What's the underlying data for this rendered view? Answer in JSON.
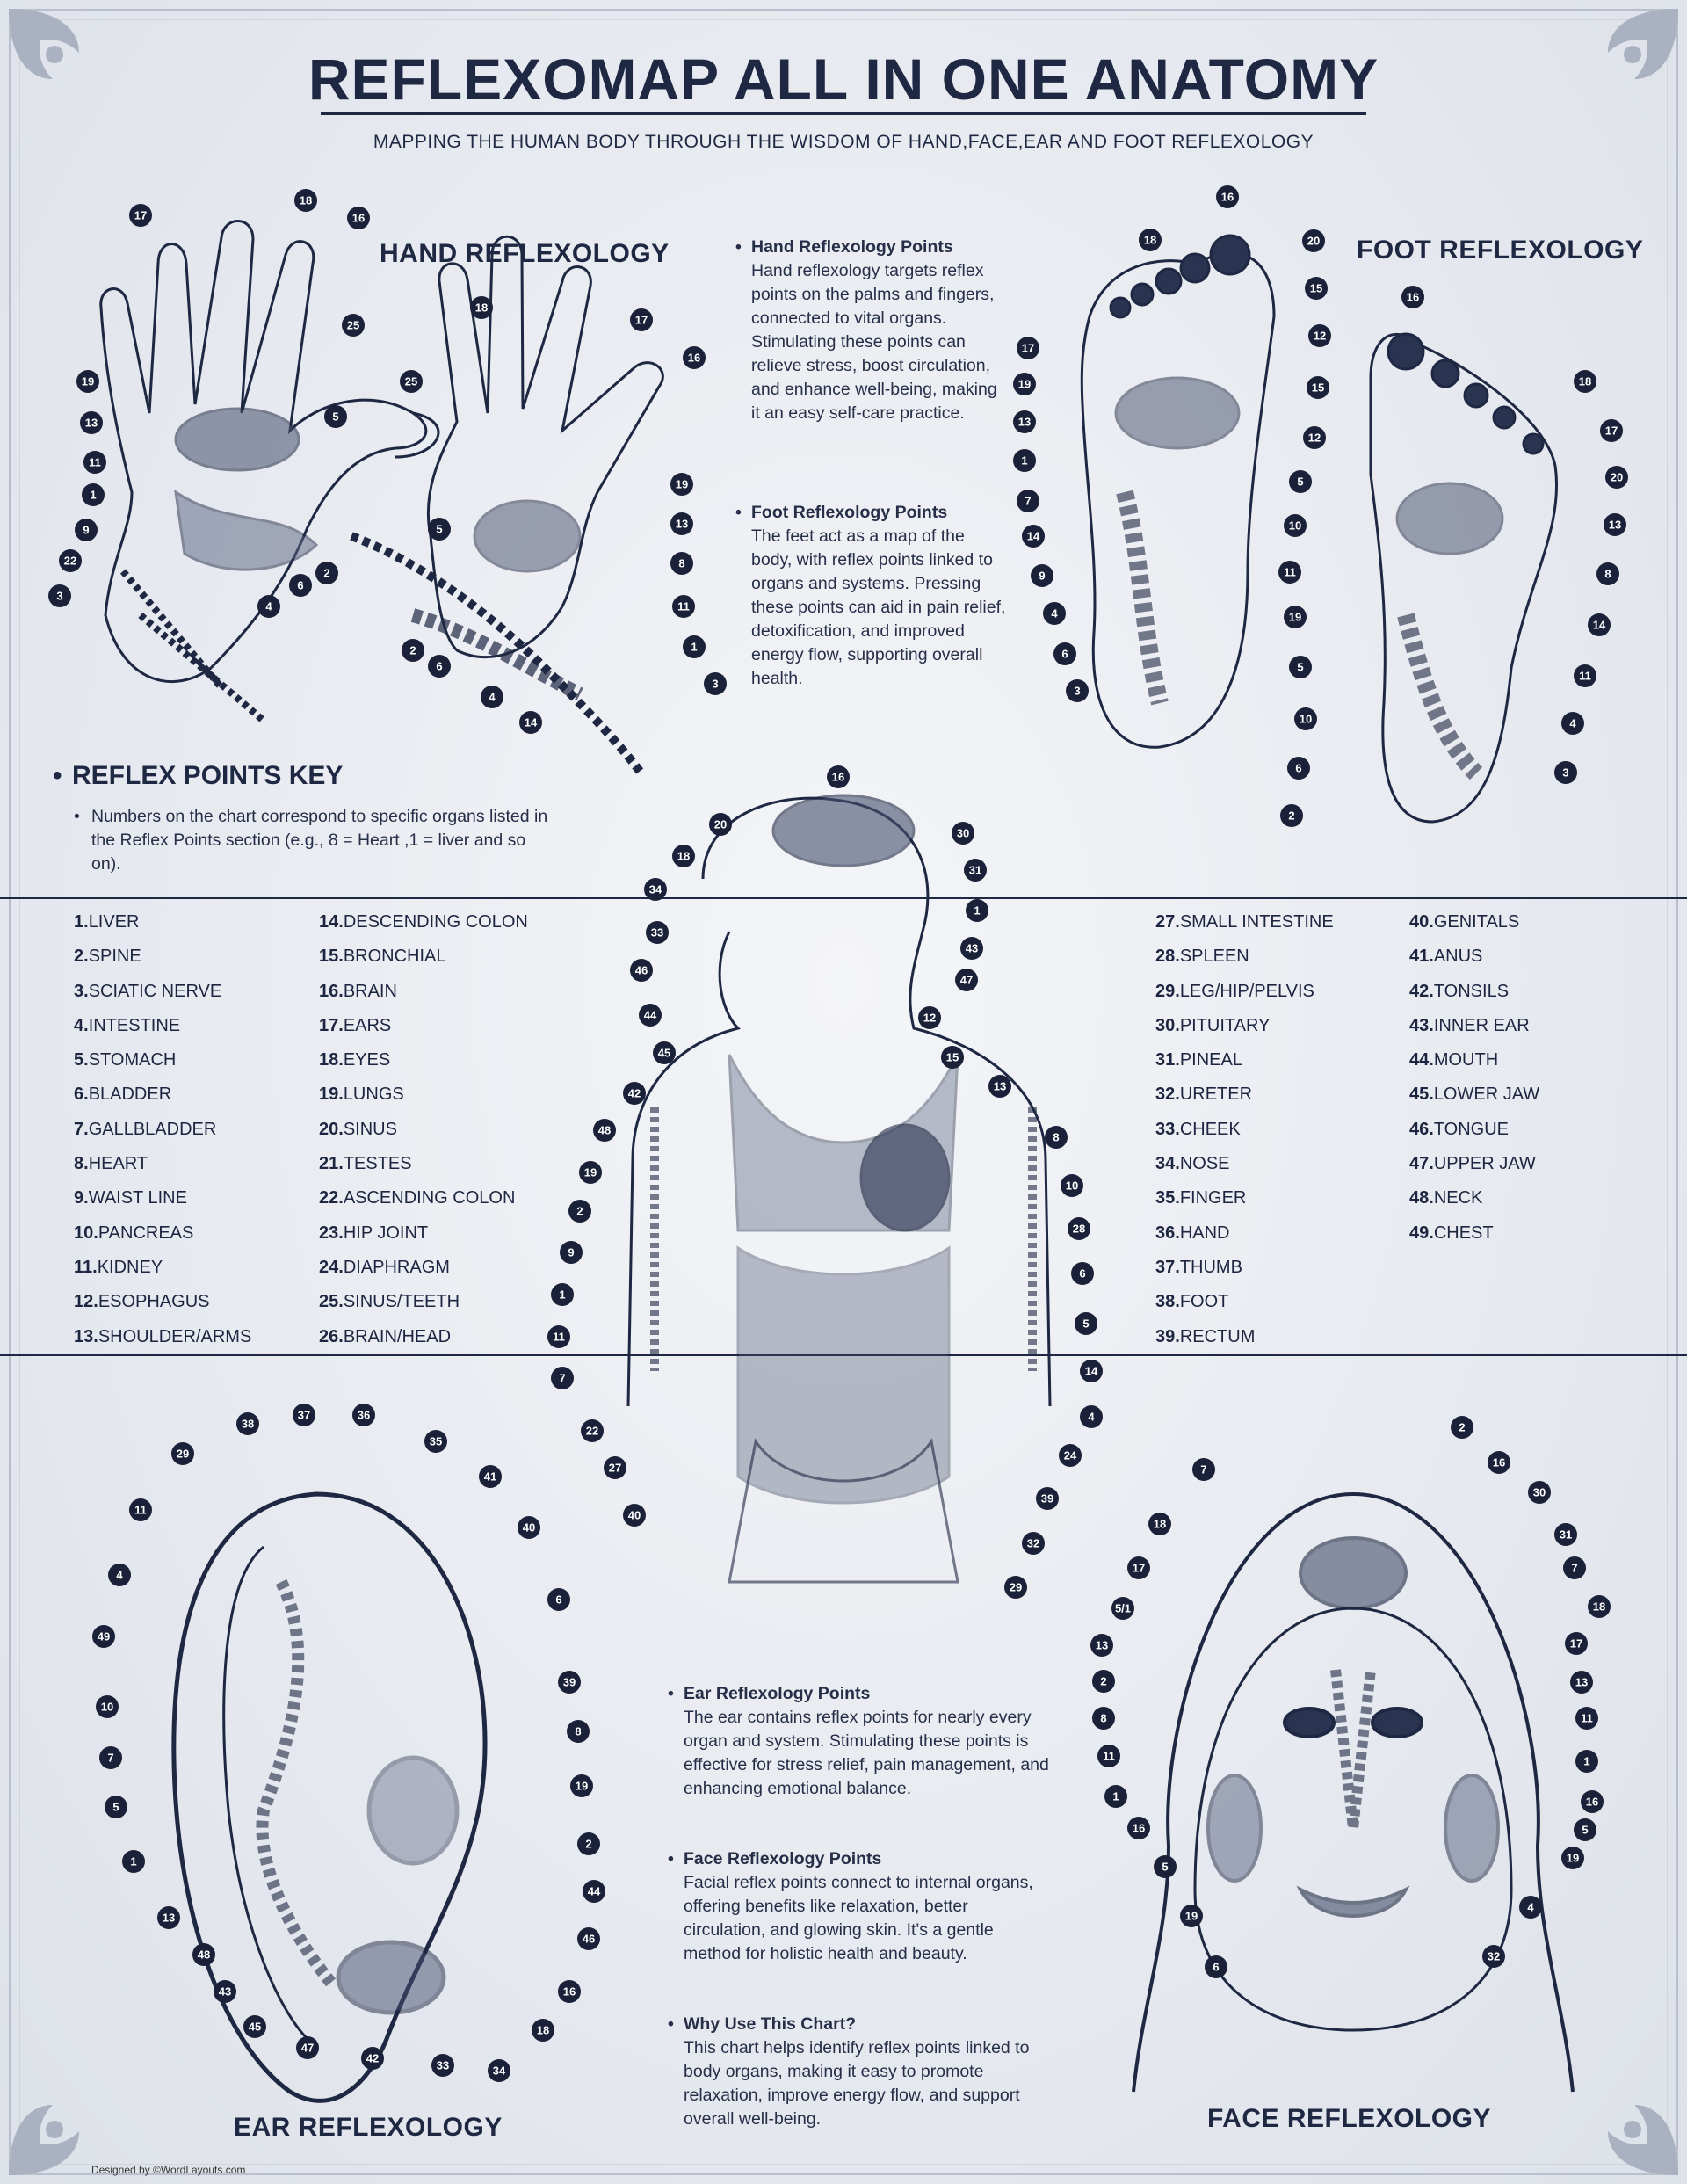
{
  "title": "REFLEXOMAP ALL IN ONE ANATOMY",
  "subtitle": "MAPPING THE HUMAN BODY THROUGH THE WISDOM OF HAND,FACE,EAR AND FOOT REFLEXOLOGY",
  "sections": {
    "hand": "HAND REFLEXOLOGY",
    "foot": "FOOT REFLEXOLOGY",
    "ear": "EAR REFLEXOLOGY",
    "face": "FACE REFLEXOLOGY"
  },
  "info_top": {
    "hand_heading": "Hand Reflexology Points",
    "hand_text": "Hand reflexology targets reflex points on the palms and fingers, connected to vital organs. Stimulating these points can relieve stress, boost circulation, and enhance well-being, making it an easy self-care practice.",
    "foot_heading": "Foot Reflexology Points",
    "foot_text": "The feet act as a map of the body, with reflex points linked to organs and systems. Pressing these points can aid in pain relief, detoxification, and improved energy flow, supporting overall health."
  },
  "info_bottom": {
    "ear_heading": "Ear Reflexology Points",
    "ear_text": "The ear contains reflex points for nearly every organ and system. Stimulating these points is effective for stress relief, pain management, and enhancing emotional balance.",
    "face_heading": "Face Reflexology Points",
    "face_text": "Facial reflex points connect to internal organs, offering benefits like relaxation, better circulation, and glowing skin. It's a gentle method for holistic health and beauty.",
    "why_heading": "Why Use This Chart?",
    "why_text": "This chart helps identify reflex points linked to body organs, making it easy to promote relaxation, improve energy flow, and support overall well-being."
  },
  "key": {
    "title": "REFLEX POINTS KEY",
    "description": "Numbers on the chart correspond to specific organs listed in the Reflex Points section (e.g., 8 = Heart ,1 = liver and so on).",
    "col1": [
      {
        "n": "1.",
        "t": "LIVER"
      },
      {
        "n": "2.",
        "t": "SPINE"
      },
      {
        "n": "3.",
        "t": "SCIATIC NERVE"
      },
      {
        "n": "4.",
        "t": "INTESTINE"
      },
      {
        "n": "5.",
        "t": "STOMACH"
      },
      {
        "n": "6.",
        "t": "BLADDER"
      },
      {
        "n": "7.",
        "t": "GALLBLADDER"
      },
      {
        "n": "8.",
        "t": "HEART"
      },
      {
        "n": "9.",
        "t": "WAIST LINE"
      },
      {
        "n": "10.",
        "t": "PANCREAS"
      },
      {
        "n": "11.",
        "t": "KIDNEY"
      },
      {
        "n": "12.",
        "t": "ESOPHAGUS"
      },
      {
        "n": "13.",
        "t": "SHOULDER/ARMS"
      }
    ],
    "col2": [
      {
        "n": "14.",
        "t": "DESCENDING COLON"
      },
      {
        "n": "15.",
        "t": "BRONCHIAL"
      },
      {
        "n": "16.",
        "t": "BRAIN"
      },
      {
        "n": "17.",
        "t": "EARS"
      },
      {
        "n": "18.",
        "t": "EYES"
      },
      {
        "n": "19.",
        "t": "LUNGS"
      },
      {
        "n": "20.",
        "t": "SINUS"
      },
      {
        "n": "21.",
        "t": "TESTES"
      },
      {
        "n": "22.",
        "t": "ASCENDING COLON"
      },
      {
        "n": "23.",
        "t": "HIP JOINT"
      },
      {
        "n": "24.",
        "t": "DIAPHRAGM"
      },
      {
        "n": "25.",
        "t": "SINUS/TEETH"
      },
      {
        "n": "26.",
        "t": "BRAIN/HEAD"
      }
    ],
    "col3": [
      {
        "n": "27.",
        "t": "SMALL INTESTINE"
      },
      {
        "n": "28.",
        "t": "SPLEEN"
      },
      {
        "n": "29.",
        "t": "LEG/HIP/PELVIS"
      },
      {
        "n": "30.",
        "t": "PITUITARY"
      },
      {
        "n": "31.",
        "t": "PINEAL"
      },
      {
        "n": "32.",
        "t": "URETER"
      },
      {
        "n": "33.",
        "t": "CHEEK"
      },
      {
        "n": "34.",
        "t": "NOSE"
      },
      {
        "n": "35.",
        "t": "FINGER"
      },
      {
        "n": "36.",
        "t": "HAND"
      },
      {
        "n": "37.",
        "t": "THUMB"
      },
      {
        "n": "38.",
        "t": "FOOT"
      },
      {
        "n": "39.",
        "t": "RECTUM"
      }
    ],
    "col4": [
      {
        "n": "40.",
        "t": "GENITALS"
      },
      {
        "n": "41.",
        "t": "ANUS"
      },
      {
        "n": "42.",
        "t": "TONSILS"
      },
      {
        "n": "43.",
        "t": "INNER EAR"
      },
      {
        "n": "44.",
        "t": "MOUTH"
      },
      {
        "n": "45.",
        "t": "LOWER JAW"
      },
      {
        "n": "46.",
        "t": "TONGUE"
      },
      {
        "n": "47.",
        "t": "UPPER JAW"
      },
      {
        "n": "48.",
        "t": "NECK"
      },
      {
        "n": "49.",
        "t": "CHEST"
      }
    ]
  },
  "callouts": {
    "hand_left": [
      "17",
      "18",
      "16",
      "25",
      "19",
      "13",
      "5",
      "11",
      "1",
      "9",
      "22",
      "3",
      "4",
      "6",
      "2"
    ],
    "hand_right": [
      "18",
      "17",
      "16",
      "25",
      "19",
      "5",
      "13",
      "8",
      "11",
      "1",
      "3",
      "2",
      "6",
      "4",
      "14"
    ],
    "foot_left": [
      "16",
      "18",
      "20",
      "15",
      "12",
      "17",
      "19",
      "13",
      "1",
      "5",
      "7",
      "10",
      "14",
      "11",
      "9",
      "4",
      "6",
      "3"
    ],
    "foot_right": [
      "16",
      "15",
      "18",
      "12",
      "17",
      "20",
      "13",
      "8",
      "19",
      "14",
      "5",
      "11",
      "10",
      "4",
      "6",
      "3",
      "2"
    ],
    "body": [
      "16",
      "20",
      "30",
      "18",
      "31",
      "34",
      "1",
      "33",
      "43",
      "46",
      "47",
      "44",
      "12",
      "45",
      "15",
      "42",
      "13",
      "48",
      "8",
      "19",
      "10",
      "2",
      "28",
      "9",
      "6",
      "1",
      "5",
      "11",
      "14",
      "7",
      "4",
      "22",
      "24",
      "27",
      "39",
      "40",
      "32",
      "29"
    ],
    "ear": [
      "38",
      "37",
      "36",
      "29",
      "35",
      "11",
      "41",
      "40",
      "4",
      "6",
      "49",
      "39",
      "10",
      "8",
      "7",
      "19",
      "5",
      "2",
      "1",
      "44",
      "13",
      "46",
      "48",
      "16",
      "43",
      "18",
      "45",
      "47",
      "42",
      "33",
      "34"
    ],
    "face": [
      "2",
      "7",
      "16",
      "30",
      "18",
      "31",
      "17",
      "7",
      "18",
      "5/1",
      "17",
      "13",
      "13",
      "2",
      "11",
      "8",
      "1",
      "11",
      "16",
      "1",
      "5",
      "16",
      "19",
      "5",
      "4",
      "19",
      "6",
      "32"
    ]
  },
  "credit": "Designed by ©WordLayouts.com"
}
